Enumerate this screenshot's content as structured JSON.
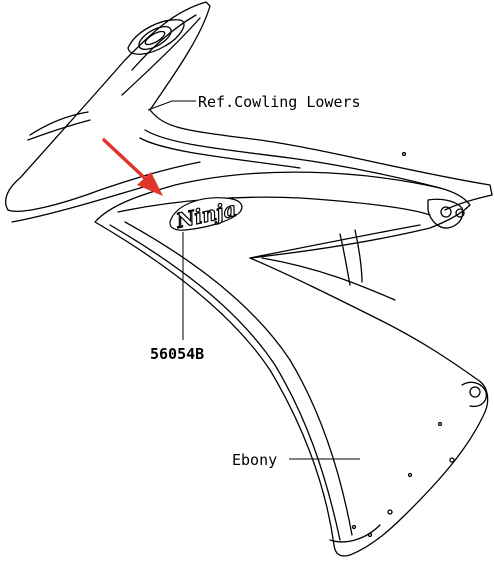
{
  "labels": {
    "ref_cowling": "Ref.Cowling Lowers",
    "part_number": "56054B",
    "color": "Ebony"
  },
  "logo_text": "Ninja",
  "colors": {
    "line": "#000000",
    "arrow": "#e0352b",
    "background": "#ffffff"
  },
  "icons": {
    "pointer": "red-arrow-icon"
  }
}
